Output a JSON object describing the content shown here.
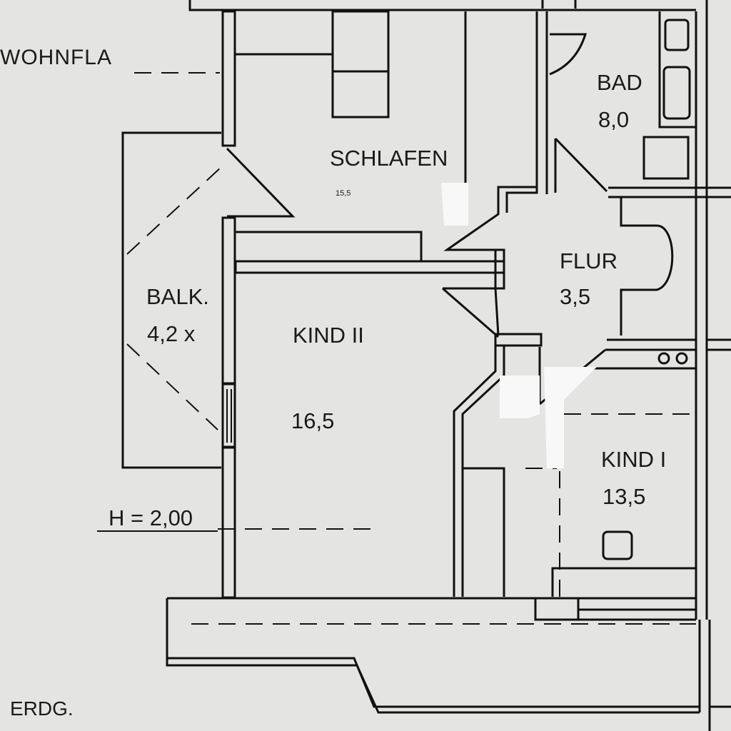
{
  "labels": {
    "wohnflaeche": "WOHNFLA",
    "schlafen_name": "SCHLAFEN",
    "schlafen_area": "15,5",
    "bad_name": "BAD",
    "bad_area": "8,0",
    "flur_name": "FLUR",
    "flur_area": "3,5",
    "balkon_name": "BALK.",
    "balkon_area": "4,2 x",
    "kind2_name": "KIND II",
    "kind2_area": "16,5",
    "kind1_name": "KIND I",
    "kind1_area": "13,5",
    "height": "H = 2,00",
    "floor": "ERDG."
  }
}
